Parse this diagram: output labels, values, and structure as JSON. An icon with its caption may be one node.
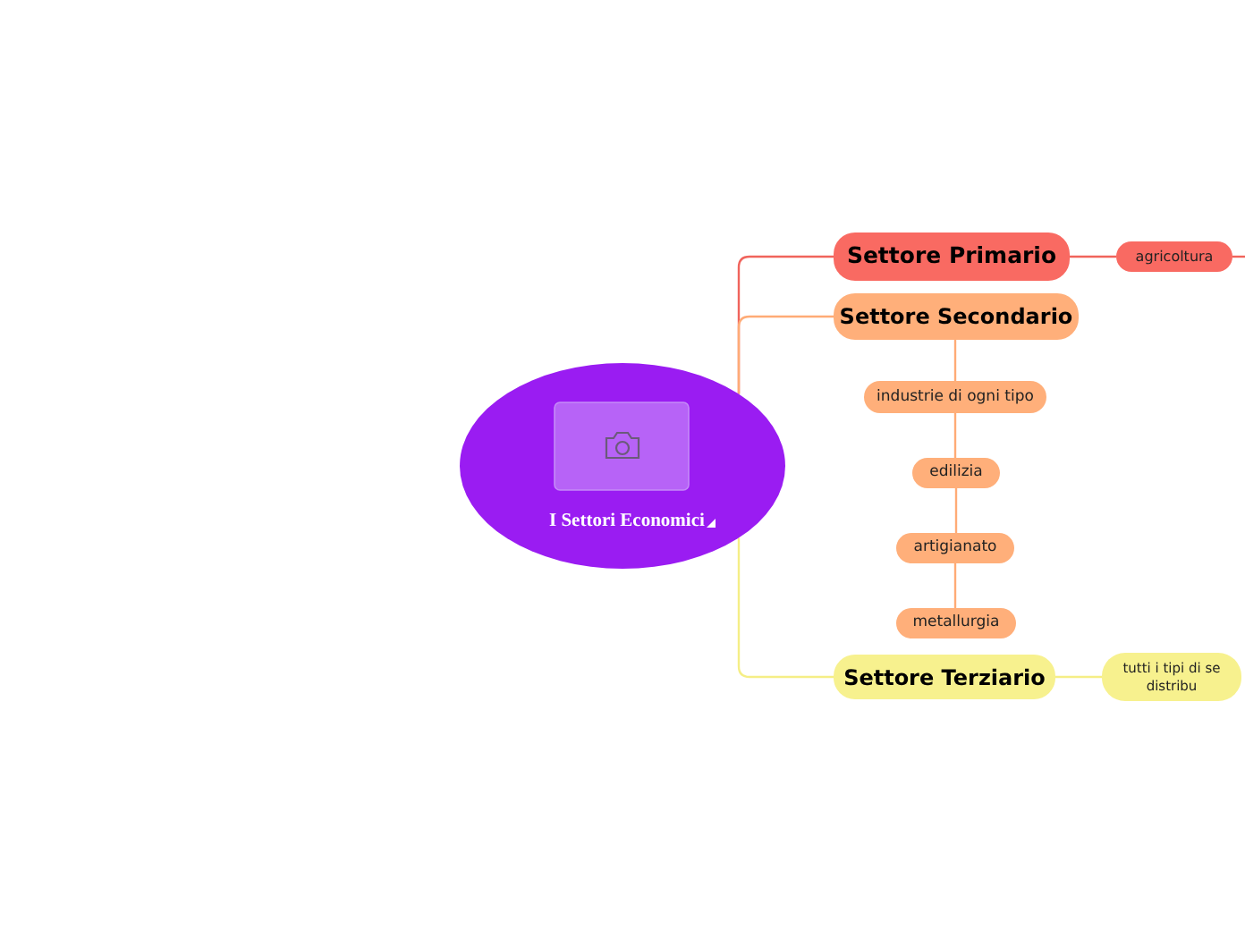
{
  "diagram": {
    "nodes": [
      {
        "text": [
          "I Settori Economici"
        ]
      },
      {
        "text": [
          "Settore Primario"
        ]
      },
      {
        "text": [
          "Settore Secondario"
        ]
      },
      {
        "text": [
          "industrie di ogni tipo"
        ]
      },
      {
        "text": [
          "edilizia"
        ]
      },
      {
        "text": [
          "artigianato"
        ]
      },
      {
        "text": [
          "metallurgia"
        ]
      },
      {
        "text": [
          "Settore Terziario"
        ]
      },
      {
        "text": [
          "agricoltura"
        ]
      },
      {
        "text": [
          "tutti i tipi di se distribu"
        ]
      }
    ],
    "edges": [
      {
        "from": 0,
        "to": 1,
        "arrow": "none",
        "color": "#f0645c"
      },
      {
        "from": 0,
        "to": 2,
        "arrow": "none",
        "color": "#ffab76"
      },
      {
        "from": 0,
        "to": 7,
        "arrow": "none",
        "color": "#f5ee86"
      },
      {
        "from": 1,
        "to": 8,
        "arrow": "none",
        "color": "#f0645c"
      },
      {
        "from": 8,
        "to": null,
        "arrow": "none",
        "color": "#f0645c"
      },
      {
        "from": 2,
        "to": 3,
        "arrow": "none",
        "color": "#ffab76"
      },
      {
        "from": 3,
        "to": 4,
        "arrow": "none",
        "color": "#ffab76"
      },
      {
        "from": 4,
        "to": 5,
        "arrow": "none",
        "color": "#ffab76"
      },
      {
        "from": 5,
        "to": 6,
        "arrow": "none",
        "color": "#ffab76"
      },
      {
        "from": 7,
        "to": 9,
        "arrow": "none",
        "color": "#f5ee86"
      }
    ]
  }
}
